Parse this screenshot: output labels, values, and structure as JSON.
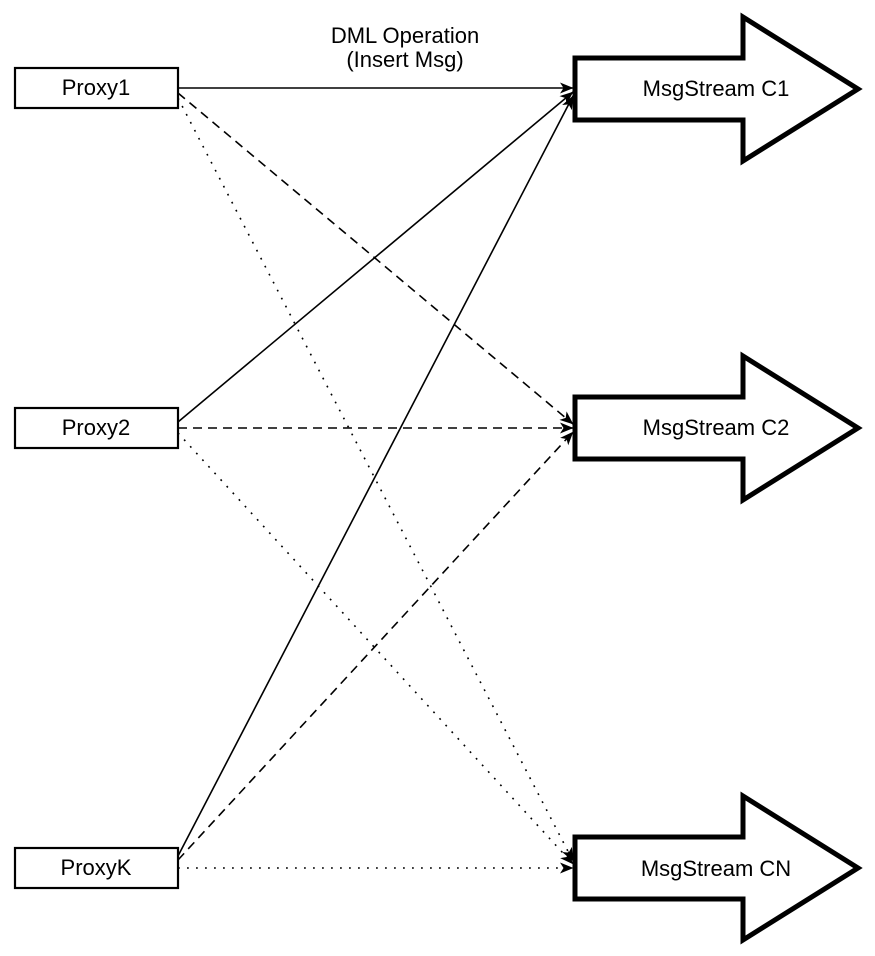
{
  "diagram": {
    "title_label": {
      "line1": "DML Operation",
      "line2": "(Insert Msg)"
    },
    "proxies": [
      {
        "label": "Proxy1"
      },
      {
        "label": "Proxy2"
      },
      {
        "label": "ProxyK"
      }
    ],
    "streams": [
      {
        "label": "MsgStream C1",
        "incoming_line_style": "solid"
      },
      {
        "label": "MsgStream C2",
        "incoming_line_style": "dashed"
      },
      {
        "label": "MsgStream CN",
        "incoming_line_style": "dotted"
      }
    ],
    "connections": [
      {
        "from": "Proxy1",
        "to": "MsgStream C1",
        "style": "solid"
      },
      {
        "from": "Proxy1",
        "to": "MsgStream C2",
        "style": "dashed"
      },
      {
        "from": "Proxy1",
        "to": "MsgStream CN",
        "style": "dotted"
      },
      {
        "from": "Proxy2",
        "to": "MsgStream C1",
        "style": "solid"
      },
      {
        "from": "Proxy2",
        "to": "MsgStream C2",
        "style": "dashed"
      },
      {
        "from": "Proxy2",
        "to": "MsgStream CN",
        "style": "dotted"
      },
      {
        "from": "ProxyK",
        "to": "MsgStream C1",
        "style": "solid"
      },
      {
        "from": "ProxyK",
        "to": "MsgStream C2",
        "style": "dashed"
      },
      {
        "from": "ProxyK",
        "to": "MsgStream CN",
        "style": "dotted"
      }
    ],
    "colors": {
      "stroke": "#000000",
      "fill": "#ffffff",
      "arrowhead": "#000000",
      "background": "#ffffff"
    }
  }
}
